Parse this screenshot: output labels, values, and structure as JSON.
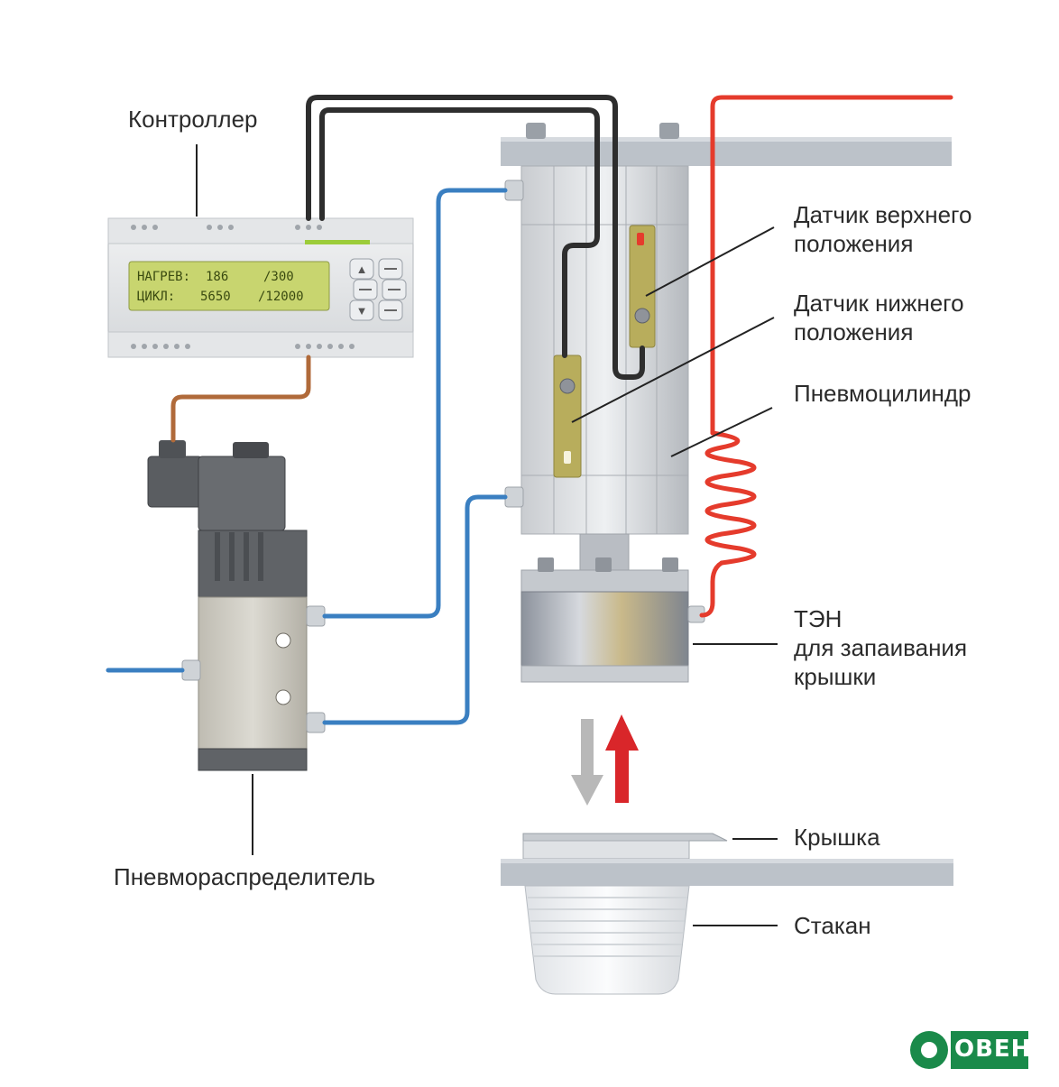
{
  "labels": {
    "controller": "Контроллер",
    "upper_sensor_line1": "Датчик верхнего",
    "upper_sensor_line2": "положения",
    "lower_sensor_line1": "Датчик нижнего",
    "lower_sensor_line2": "положения",
    "cylinder": "Пневмоцилиндр",
    "heater_line1": "ТЭН",
    "heater_line2": "для запаивания",
    "heater_line3": "крышки",
    "lid": "Крышка",
    "cup": "Стакан",
    "valve": "Пневмораспределитель"
  },
  "controller_display": {
    "row1_label": "НАГРЕВ:",
    "row1_value": "186",
    "row1_limit": "/300",
    "row2_label": "ЦИКЛ:",
    "row2_value": "5650",
    "row2_limit": "/12000"
  },
  "logo": {
    "text": "ОВЕН"
  },
  "colors": {
    "air_line": "#3a7fc1",
    "signal_cable": "#2e2e2e",
    "controller_cable": "#b06a3a",
    "heater_cable": "#e53b2c",
    "arrow_down": "#b8b8b8",
    "arrow_up": "#d9262a",
    "logo_green": "#1a8a4a"
  }
}
